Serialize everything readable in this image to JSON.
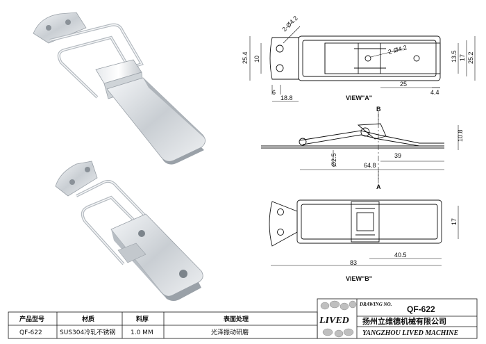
{
  "views": {
    "view_a": "VIEW\"A\"",
    "view_b": "VIEW\"B\"",
    "section_top": "B",
    "section_bottom": "A"
  },
  "dimensions": {
    "hole_dia_1": "2-Ø4.2",
    "hole_dia_2": "2-Ø4.2",
    "d_25_4": "25.4",
    "d_10": "10",
    "d_6": "6",
    "d_18_8": "18.8",
    "d_25": "25",
    "d_4_4": "4.4",
    "d_13_5": "13.5",
    "d_17_top": "17",
    "d_25_2": "25.2",
    "d_10_8": "10.8",
    "d_2_5": "Ø2.5",
    "d_39": "39",
    "d_64_8": "64.8",
    "d_17_bottom": "17",
    "d_40_5": "40.5",
    "d_83": "83"
  },
  "title_block": {
    "headers": [
      "产品型号",
      "材质",
      "料厚",
      "表面处理"
    ],
    "values": [
      "QF-622",
      "SUS304冷轧不锈钢",
      "1.0 MM",
      "光泽振动研磨"
    ],
    "drawing_no_label": "DRAWING NO.",
    "drawing_no": "QF-622",
    "logo_text": "LIVED",
    "company_cn": "扬州立维德机械有限公司",
    "company_en": "YANGZHOU LIVED MACHINE"
  }
}
